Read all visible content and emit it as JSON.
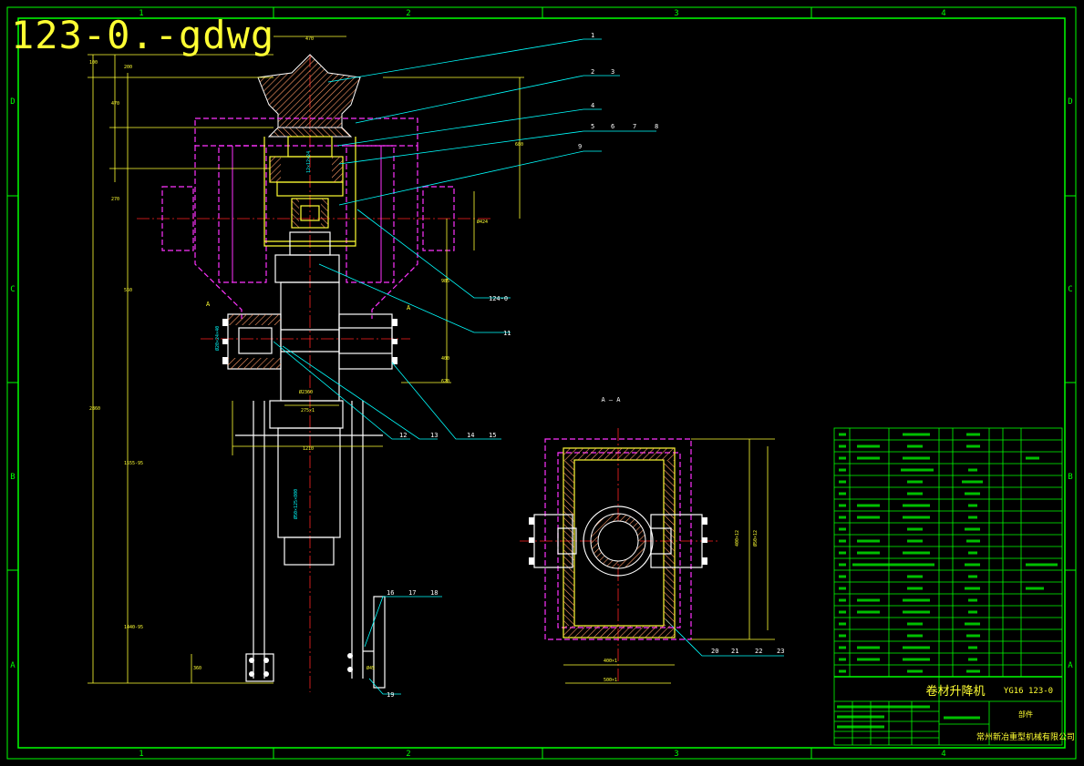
{
  "file_title": "123-0.-gdwg",
  "border": {
    "col_labels": [
      "1",
      "2",
      "3",
      "4"
    ],
    "row_labels": [
      "D",
      "C",
      "B",
      "A"
    ]
  },
  "section_label": "A — A",
  "callouts": [
    "1",
    "2",
    "3",
    "4",
    "5",
    "6",
    "7",
    "8",
    "9",
    "124-0",
    "11",
    "12",
    "13",
    "14",
    "15",
    "16",
    "17",
    "18",
    "19",
    "20",
    "21",
    "22",
    "23"
  ],
  "section_marks": [
    "A",
    "A"
  ],
  "title_block": {
    "name": "卷材升降机",
    "drawing_no": "YG16 123-0",
    "part": "部件",
    "company": "常州新冶重型机械有限公司"
  },
  "colors": {
    "green": "#00ff00",
    "yellow": "#ffff33",
    "white": "#ffffff",
    "cyan": "#00ffff",
    "magenta": "#ff33ff",
    "red": "#ff2222",
    "hatch": "#ff9966"
  }
}
